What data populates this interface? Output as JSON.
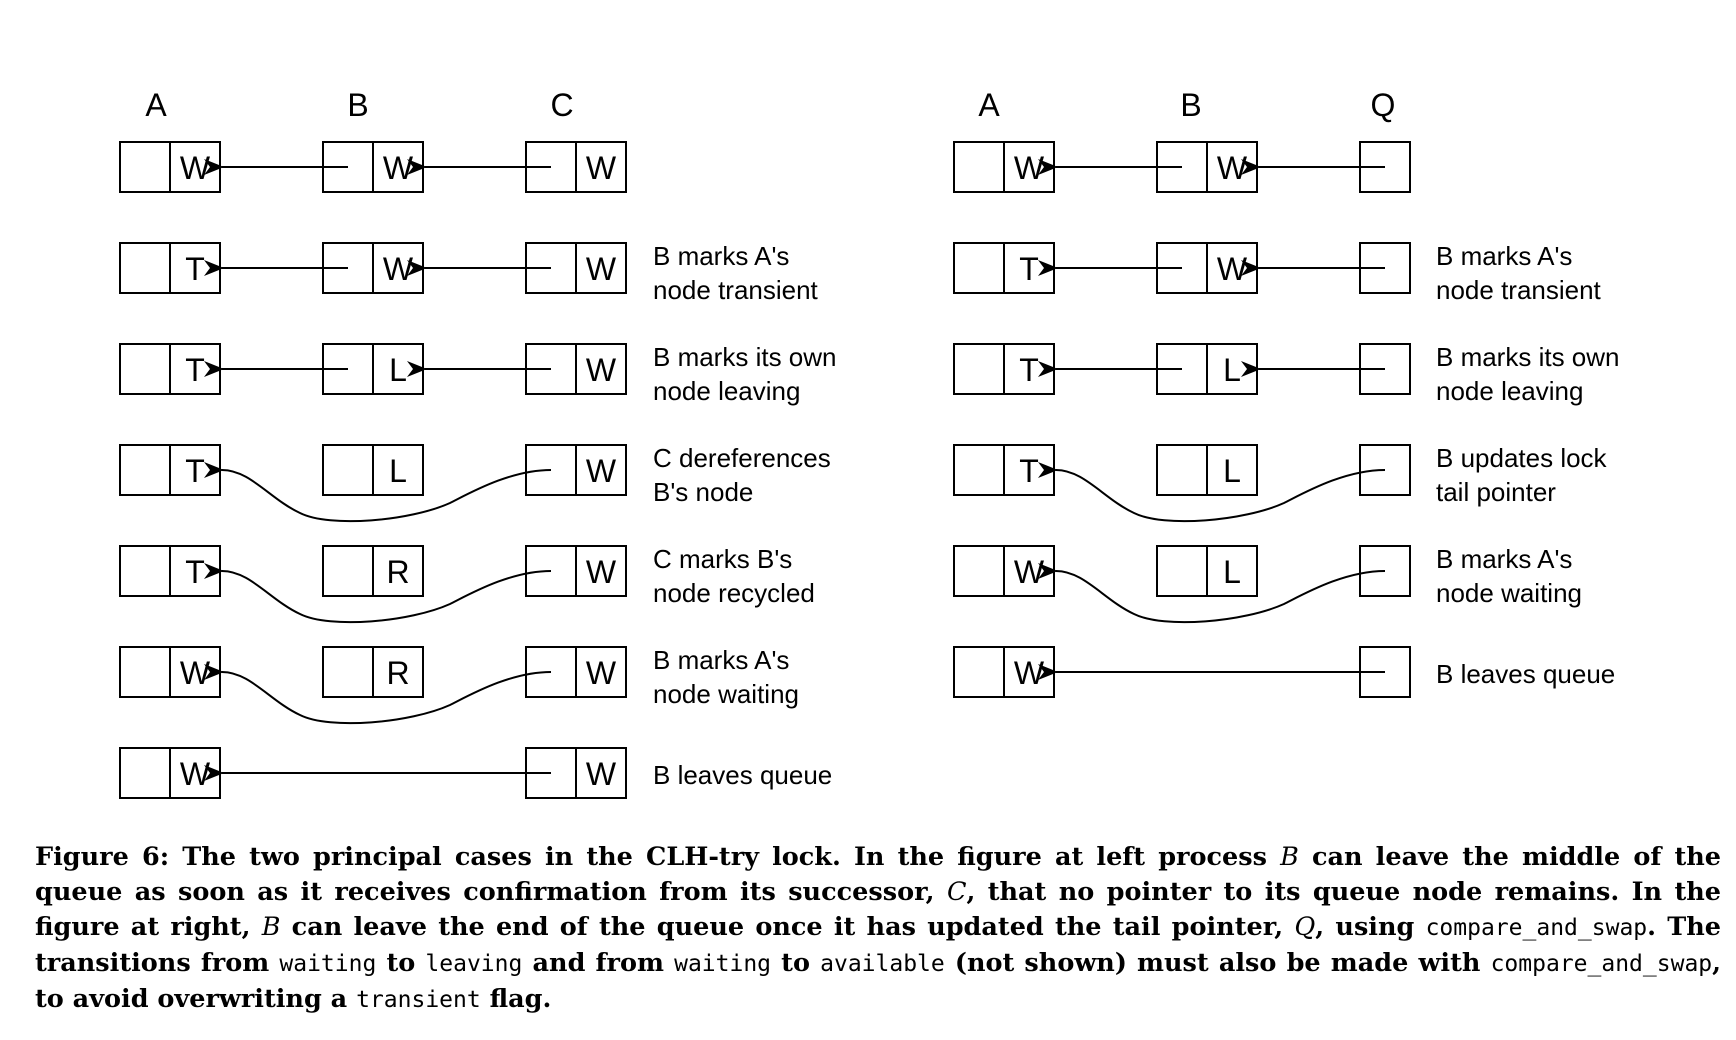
{
  "figure": {
    "left": {
      "headers": [
        "A",
        "B",
        "C"
      ],
      "rows": [
        {
          "flags": [
            "W",
            "W",
            "W"
          ],
          "label": [
            "",
            ""
          ]
        },
        {
          "flags": [
            "T",
            "W",
            "W"
          ],
          "label": [
            "B marks A's",
            "node transient"
          ]
        },
        {
          "flags": [
            "T",
            "L",
            "W"
          ],
          "label": [
            "B marks its own",
            "node leaving"
          ]
        },
        {
          "flags": [
            "T",
            "L",
            "W"
          ],
          "label": [
            "C dereferences",
            "B's node"
          ]
        },
        {
          "flags": [
            "T",
            "R",
            "W"
          ],
          "label": [
            "C marks B's",
            "node recycled"
          ]
        },
        {
          "flags": [
            "W",
            "R",
            "W"
          ],
          "label": [
            "B marks A's",
            "node waiting"
          ]
        },
        {
          "flags": [
            "W",
            "W"
          ],
          "label": [
            "B leaves queue",
            ""
          ]
        }
      ]
    },
    "right": {
      "headers": [
        "A",
        "B",
        "Q"
      ],
      "rows": [
        {
          "flags": [
            "W",
            "W"
          ],
          "label": [
            "",
            ""
          ]
        },
        {
          "flags": [
            "T",
            "W"
          ],
          "label": [
            "B marks A's",
            "node transient"
          ]
        },
        {
          "flags": [
            "T",
            "L"
          ],
          "label": [
            "B marks its own",
            "node leaving"
          ]
        },
        {
          "flags": [
            "T",
            "L"
          ],
          "label": [
            "B updates lock",
            "tail pointer"
          ]
        },
        {
          "flags": [
            "W",
            "L"
          ],
          "label": [
            "B marks A's",
            "node waiting"
          ]
        },
        {
          "flags": [
            "W"
          ],
          "label": [
            "B leaves queue",
            ""
          ]
        }
      ]
    }
  },
  "caption": {
    "fig": "Figure 6:",
    "p1": " The two principal cases in the CLH-try lock. In the figure at left process ",
    "v_b1": "B",
    "p2": " can leave the middle of the queue as soon as it receives confirmation from its successor, ",
    "v_c": "C",
    "p3": ", that no pointer to its queue node remains. In the figure at right, ",
    "v_b2": "B",
    "p4": " can leave the end of the queue once it has updated the tail pointer, ",
    "v_q": "Q",
    "p5": ", using ",
    "c1": "compare_and_swap",
    "p6": ". The transitions from ",
    "c2": "waiting",
    "p7": " to ",
    "c3": "leaving",
    "p8": " and from ",
    "c4": "waiting",
    "p9": " to ",
    "c5": "available",
    "p10": " (not shown) must also be made with ",
    "c6": "compare_and_swap",
    "p11": ", to avoid overwriting a ",
    "c7": "transient",
    "p12": " flag."
  }
}
